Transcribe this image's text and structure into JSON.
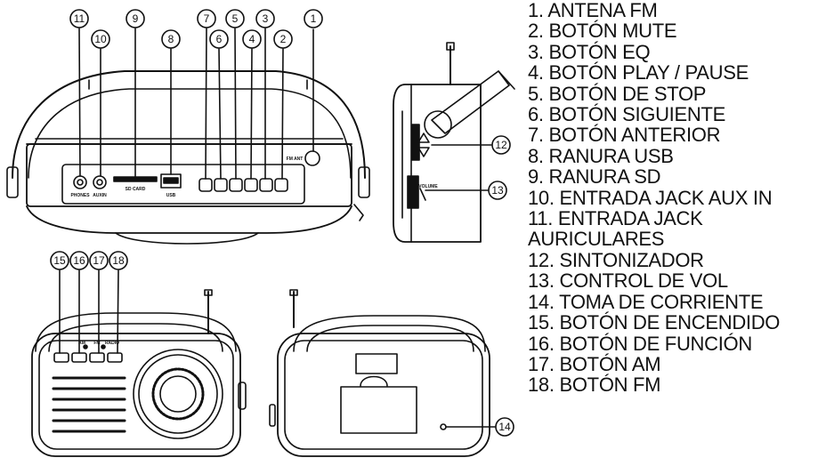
{
  "legend": [
    "1. ANTENA FM",
    "2. BOTÓN MUTE",
    "3. BOTÓN EQ",
    "4. BOTÓN PLAY / PAUSE",
    "5. BOTÓN DE STOP",
    "6. BOTÓN SIGUIENTE",
    "7. BOTÓN ANTERIOR",
    "8. RANURA USB",
    "9. RANURA SD",
    "10.  ENTRADA JACK AUX IN",
    "11.  ENTRADA JACK",
    "AURICULARES",
    "12.  SINTONIZADOR",
    "13.  CONTROL DE VOL",
    "14.  TOMA DE CORRIENTE",
    "15.  BOTÓN DE ENCENDIDO",
    "16.  BOTÓN DE FUNCIÓN",
    "17.  BOTÓN AM",
    "18.  BOTÓN FM"
  ],
  "callouts": [
    "1",
    "2",
    "3",
    "4",
    "5",
    "6",
    "7",
    "8",
    "9",
    "10",
    "11",
    "12",
    "13",
    "14",
    "15",
    "16",
    "17",
    "18"
  ],
  "panel_labels": {
    "phones": "PHONES",
    "auxin": "AUXIN",
    "sd_card": "SD CARD",
    "usb": "USB",
    "fm_ant": "FM ANT",
    "volume": "VOLUME",
    "mode_labels": [
      "AM",
      "FM",
      "RADIO"
    ]
  },
  "colors": {
    "line": "#111111",
    "background": "#ffffff"
  }
}
